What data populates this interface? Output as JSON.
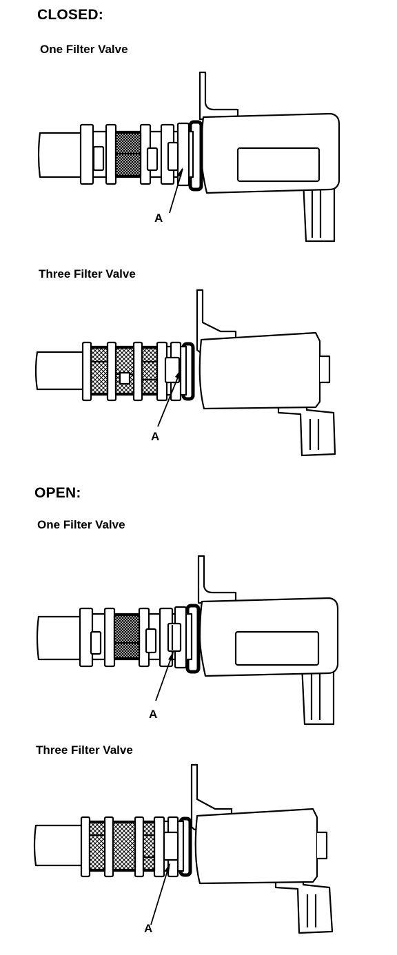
{
  "sections": {
    "closed": {
      "title": "CLOSED:",
      "one_filter": {
        "title": "One Filter Valve",
        "callout": "A"
      },
      "three_filter": {
        "title": "Three Filter Valve",
        "callout": "A"
      }
    },
    "open": {
      "title": "OPEN:",
      "one_filter": {
        "title": "One Filter Valve",
        "callout": "A"
      },
      "three_filter": {
        "title": "Three Filter Valve",
        "callout": "A"
      }
    }
  }
}
